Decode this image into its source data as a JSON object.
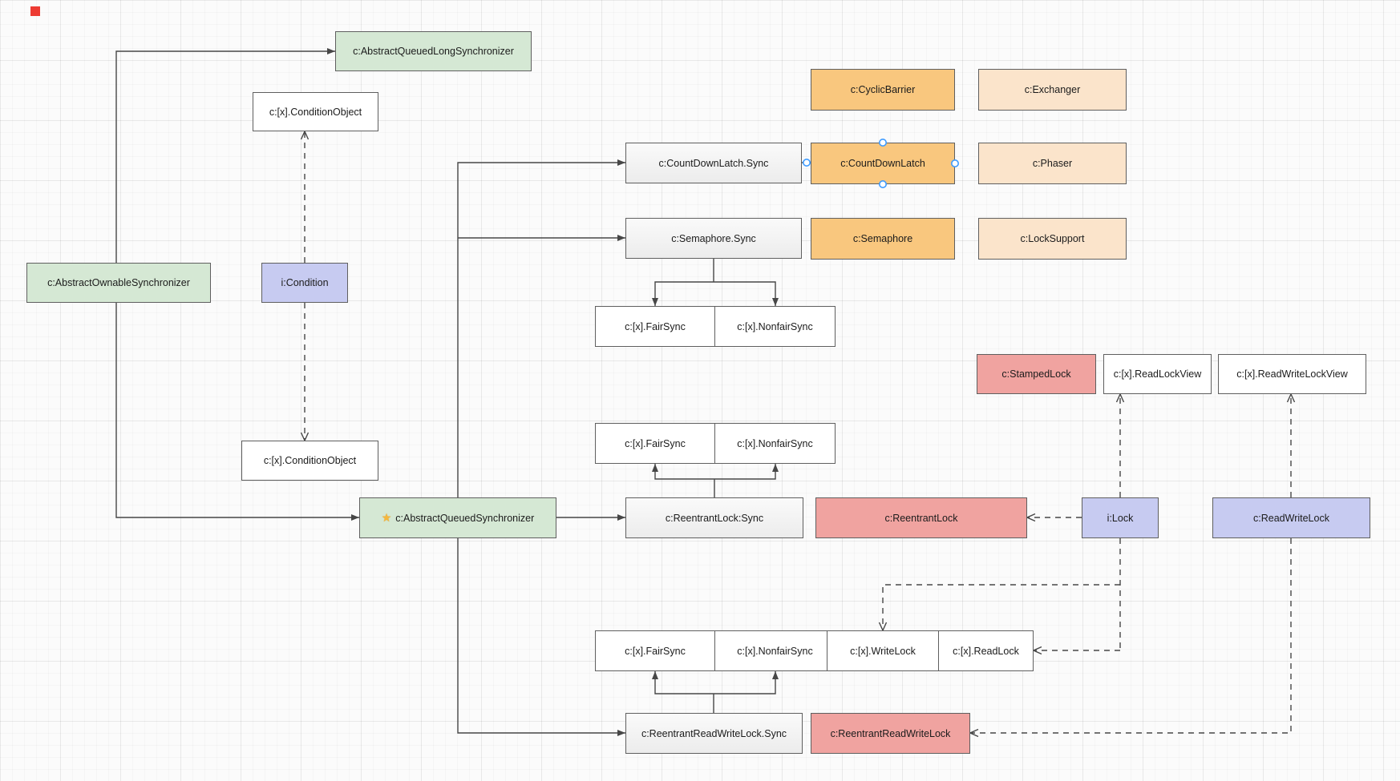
{
  "diagram": {
    "colors": {
      "class_green": "#d5e8d4",
      "class_orange": "#f9c77e",
      "class_peach": "#fbe4cb",
      "interface_purple": "#c7cbf1",
      "class_red": "#f0a3a0",
      "sync_gray": "#f2f2f2",
      "edge_stroke": "#474747",
      "selection_handle_blue": "#3e9bff",
      "canvas_marker_red": "#ed3b32"
    },
    "nodes": {
      "aqls": {
        "label": "c:AbstractQueuedLongSynchronizer"
      },
      "condition_object_top": {
        "label": "c:[x].ConditionObject"
      },
      "cyclic_barrier": {
        "label": "c:CyclicBarrier"
      },
      "exchanger": {
        "label": "c:Exchanger"
      },
      "cdl_sync": {
        "label": "c:CountDownLatch.Sync"
      },
      "cdl": {
        "label": "c:CountDownLatch",
        "selected": true
      },
      "phaser": {
        "label": "c:Phaser"
      },
      "semaphore_sync": {
        "label": "c:Semaphore.Sync"
      },
      "semaphore": {
        "label": "c:Semaphore"
      },
      "lock_support": {
        "label": "c:LockSupport"
      },
      "aos": {
        "label": "c:AbstractOwnableSynchronizer"
      },
      "i_condition": {
        "label": "i:Condition"
      },
      "fair1": {
        "label": "c:[x].FairSync"
      },
      "nonfair1": {
        "label": "c:[x].NonfairSync"
      },
      "stamped_lock": {
        "label": "c:StampedLock"
      },
      "read_lock_view": {
        "label": "c:[x].ReadLockView"
      },
      "rwl_view": {
        "label": "c:[x].ReadWriteLockView"
      },
      "fair2": {
        "label": "c:[x].FairSync"
      },
      "nonfair2": {
        "label": "c:[x].NonfairSync"
      },
      "condition_object_bottom": {
        "label": "c:[x].ConditionObject"
      },
      "aqs": {
        "icon": "★",
        "label": "c:AbstractQueuedSynchronizer"
      },
      "rl_sync": {
        "label": "c:ReentrantLock:Sync"
      },
      "reentrant_lock": {
        "label": "c:ReentrantLock"
      },
      "i_lock": {
        "label": "i:Lock"
      },
      "read_write_lock": {
        "label": "c:ReadWriteLock"
      },
      "fair3": {
        "label": "c:[x].FairSync"
      },
      "nonfair3": {
        "label": "c:[x].NonfairSync"
      },
      "write_lock": {
        "label": "c:[x].WriteLock"
      },
      "read_lock": {
        "label": "c:[x].ReadLock"
      },
      "rrwl_sync": {
        "label": "c:ReentrantReadWriteLock.Sync"
      },
      "rrwl": {
        "label": "c:ReentrantReadWriteLock"
      }
    },
    "edges": [
      {
        "from": "aos",
        "to": "aqls",
        "style": "solid-arrow"
      },
      {
        "from": "aos",
        "to": "aqs",
        "style": "solid-arrow"
      },
      {
        "from": "aqs",
        "to": "cdl_sync",
        "style": "solid-arrow"
      },
      {
        "from": "aqs",
        "to": "semaphore_sync",
        "style": "solid-arrow"
      },
      {
        "from": "aqs",
        "to": "rl_sync",
        "style": "solid-arrow"
      },
      {
        "from": "aqs",
        "to": "rrwl_sync",
        "style": "solid-arrow"
      },
      {
        "from": "cdl_sync",
        "to": "cdl",
        "style": "plain-selected"
      },
      {
        "from": "semaphore_sync",
        "to": "fair1",
        "style": "solid-arrow"
      },
      {
        "from": "semaphore_sync",
        "to": "nonfair1",
        "style": "solid-arrow"
      },
      {
        "from": "rl_sync",
        "to": "fair2",
        "style": "solid-arrow"
      },
      {
        "from": "rl_sync",
        "to": "nonfair2",
        "style": "solid-arrow"
      },
      {
        "from": "rrwl_sync",
        "to": "fair3",
        "style": "solid-arrow"
      },
      {
        "from": "rrwl_sync",
        "to": "nonfair3",
        "style": "solid-arrow"
      },
      {
        "from": "i_condition",
        "to": "condition_object_top",
        "style": "dashed-arrow"
      },
      {
        "from": "i_condition",
        "to": "condition_object_bottom",
        "style": "dashed-arrow"
      },
      {
        "from": "i_lock",
        "to": "reentrant_lock",
        "style": "dashed-arrow"
      },
      {
        "from": "i_lock",
        "to": "write_lock",
        "style": "dashed-arrow"
      },
      {
        "from": "i_lock",
        "to": "read_lock",
        "style": "dashed-arrow"
      },
      {
        "from": "i_lock",
        "to": "read_lock_view",
        "style": "dashed-arrow"
      },
      {
        "from": "read_write_lock",
        "to": "rwl_view",
        "style": "dashed-arrow"
      },
      {
        "from": "read_write_lock",
        "to": "rrwl",
        "style": "dashed-arrow"
      }
    ]
  }
}
